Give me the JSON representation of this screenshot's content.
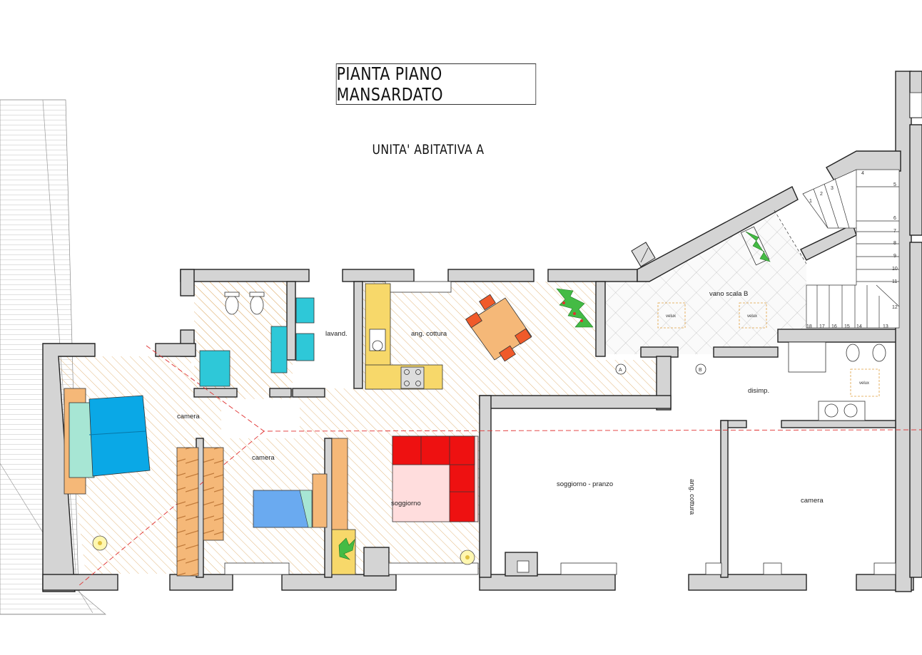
{
  "title": "PIANTA PIANO MANSARDATO",
  "unit_label": "UNITA' ABITATIVA A",
  "rooms": {
    "camera_1": "camera",
    "camera_2": "camera",
    "camera_3": "camera",
    "lavanderia": "lavand.",
    "angolo_cottura": "ang. cottura",
    "soggiorno": "soggiorno",
    "vano_scala": "vano scala B",
    "disimpegno": "disimp.",
    "soggiorno_pranzo": "soggiorno - pranzo",
    "angolo_cottura_2": "ang. cottura"
  },
  "skylights": [
    "velux",
    "velux",
    "velux"
  ],
  "section_markers": [
    "A",
    "B"
  ],
  "stair_numbers": [
    "1",
    "2",
    "3",
    "4",
    "5",
    "6",
    "7",
    "8",
    "9",
    "10",
    "11",
    "12",
    "13",
    "14",
    "15",
    "16",
    "17",
    "18"
  ],
  "colors": {
    "wall_fill": "#d4d4d4",
    "hatch": "#e0b070",
    "bed_blue": "#0aa8e6",
    "bed_light_blue": "#6aaaf0",
    "sofa_red": "#ee1111",
    "wood": "#f5b878",
    "table": "#f5b878",
    "chairs": "#f05a2a",
    "kitchen_yellow": "#f7d86a",
    "sanitary_cyan": "#2ec8d8",
    "plant_green": "#44bb44",
    "section_line": "#e03030"
  }
}
